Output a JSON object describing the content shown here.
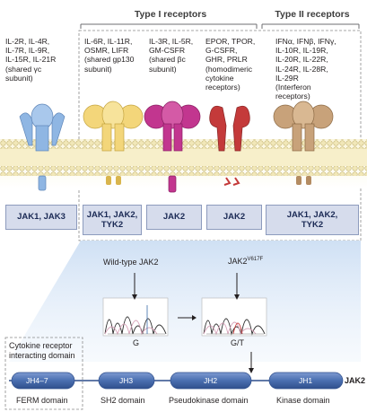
{
  "headers": {
    "type1": "Type I receptors",
    "type2": "Type II receptors"
  },
  "receptor_groups": [
    {
      "ligands": "IL-2R, IL-4R,\nIL-7R, IL-9R,\nIL-15R, IL-21R\n(shared γc\nsubunit)",
      "jak": "JAK1, JAK3",
      "color": "#8fb6e3"
    },
    {
      "ligands": "IL-6R, IL-11R,\nOSMR, LIFR\n(shared gp130\nsubunit)",
      "jak": "JAK1, JAK2,\nTYK2",
      "color": "#f3d67a"
    },
    {
      "ligands": "IL-3R, IL-5R,\nGM-CSFR\n(shared βc\nsubunit)",
      "jak": "JAK2",
      "color": "#c2368f"
    },
    {
      "ligands": "EPOR, TPOR,\nG-CSFR,\nGHR, PRLR\n(homodimeric\ncytokine\nreceptors)",
      "jak": "JAK2",
      "color": "#c43a3a"
    },
    {
      "ligands": "IFNα, IFNβ, IFNγ,\nIL-10R, IL-19R,\nIL-20R, IL-22R,\nIL-24R, IL-28R,\nIL-29R\n(Interferon\nreceptors)",
      "jak": "JAK1, JAK2,\nTYK2",
      "color": "#c8a27a"
    }
  ],
  "chromatograms": {
    "wildtype_label": "Wild-type JAK2",
    "mutant_label": "JAK2",
    "mutant_superscript": "V617F",
    "wildtype_base": "G",
    "mutant_base": "G/T"
  },
  "domains": {
    "box_title": "Cytokine receptor\ninteracting domain",
    "protein_name": "JAK2",
    "segments": [
      {
        "label": "JH4–7",
        "name": "FERM domain"
      },
      {
        "label": "JH3",
        "name": "SH2 domain"
      },
      {
        "label": "JH2",
        "name": "Pseudokinase domain"
      },
      {
        "label": "JH1",
        "name": "Kinase domain"
      }
    ]
  },
  "colors": {
    "membrane_head": "#f0e6b4",
    "domain_fill": "#4a6fb0",
    "jak_box": "#d6dcec"
  }
}
